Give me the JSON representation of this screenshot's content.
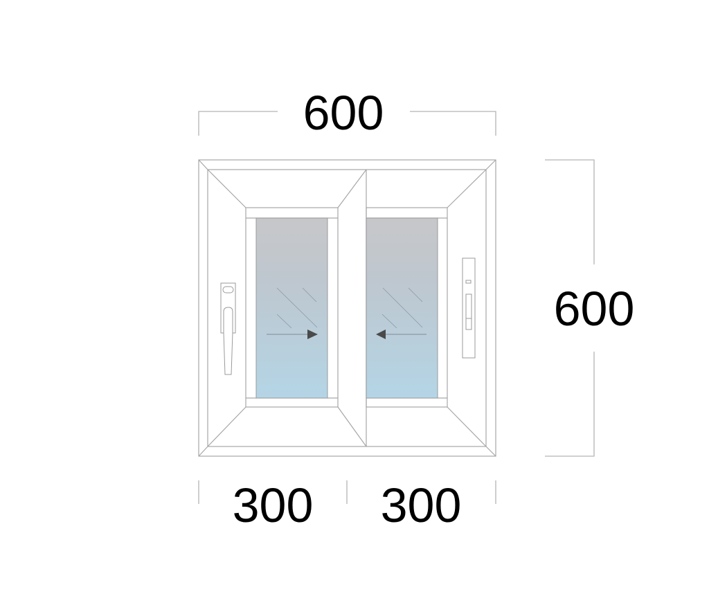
{
  "diagram": {
    "type": "sliding-window-elevation",
    "dimensions": {
      "overall_width": "600",
      "overall_height": "600",
      "left_panel_width": "300",
      "right_panel_width": "300"
    },
    "panels": [
      {
        "id": "left",
        "slide_direction": "right",
        "handle": "lever-handle"
      },
      {
        "id": "right",
        "slide_direction": "left",
        "handle": "flush-lock"
      }
    ],
    "colors": {
      "frame_line": "#a6a6a6",
      "glass_top": "#c6c6c8",
      "glass_bottom": "#b5d5e5",
      "arrow": "#4a4a4a",
      "text": "#000000"
    }
  }
}
